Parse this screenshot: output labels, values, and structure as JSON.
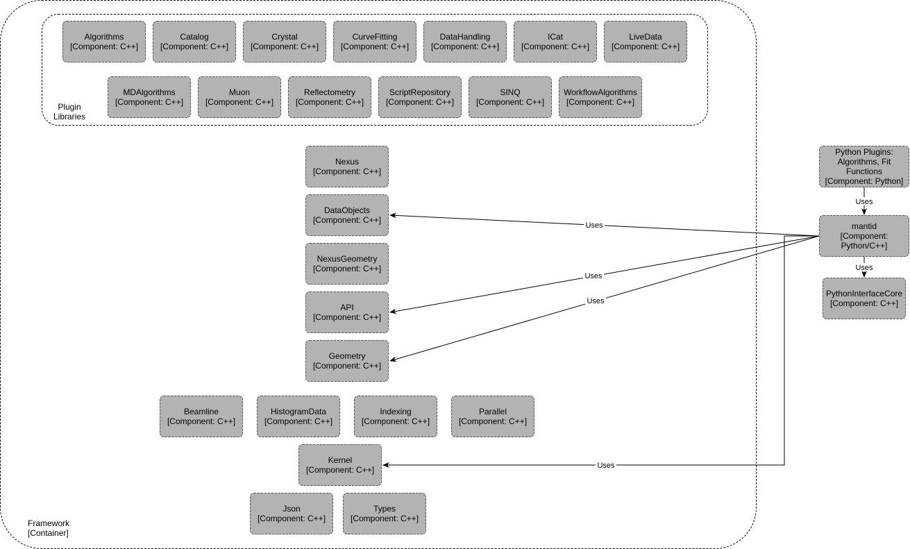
{
  "framework": {
    "caption_line1": "Framework",
    "caption_line2": "[Container]"
  },
  "plugin_libraries": {
    "caption_line1": "Plugin",
    "caption_line2": "Libraries"
  },
  "nodes": {
    "algorithms": {
      "name": "Algorithms",
      "tech": "[Component: C++]"
    },
    "catalog": {
      "name": "Catalog",
      "tech": "[Component: C++]"
    },
    "crystal": {
      "name": "Crystal",
      "tech": "[Component: C++]"
    },
    "curvefitting": {
      "name": "CurveFitting",
      "tech": "[Component: C++]"
    },
    "datahandling": {
      "name": "DataHandling",
      "tech": "[Component: C++]"
    },
    "icat": {
      "name": "ICat",
      "tech": "[Component: C++]"
    },
    "livedata": {
      "name": "LiveData",
      "tech": "[Component: C++]"
    },
    "mdalgorithms": {
      "name": "MDAlgorithms",
      "tech": "[Component: C++]"
    },
    "muon": {
      "name": "Muon",
      "tech": "[Component: C++]"
    },
    "reflectometry": {
      "name": "Reflectometry",
      "tech": "[Component: C++]"
    },
    "scriptrepository": {
      "name": "ScriptRepository",
      "tech": "[Component: C++]"
    },
    "sinq": {
      "name": "SINQ",
      "tech": "[Component: C++]"
    },
    "workflowalgorithms": {
      "name": "WorkflowAlgorithms",
      "tech": "[Component: C++]"
    },
    "nexus": {
      "name": "Nexus",
      "tech": "[Component: C++]"
    },
    "dataobjects": {
      "name": "DataObjects",
      "tech": "[Component: C++]"
    },
    "nexusgeometry": {
      "name": "NexusGeometry",
      "tech": "[Component: C++]"
    },
    "api": {
      "name": "API",
      "tech": "[Component: C++]"
    },
    "geometry": {
      "name": "Geometry",
      "tech": "[Component: C++]"
    },
    "beamline": {
      "name": "Beamline",
      "tech": "[Component: C++]"
    },
    "histogramdata": {
      "name": "HistogramData",
      "tech": "[Component: C++]"
    },
    "indexing": {
      "name": "Indexing",
      "tech": "[Component: C++]"
    },
    "parallel": {
      "name": "Parallel",
      "tech": "[Component: C++]"
    },
    "kernel": {
      "name": "Kernel",
      "tech": "[Component: C++]"
    },
    "json": {
      "name": "Json",
      "tech": "[Component: C++]"
    },
    "types": {
      "name": "Types",
      "tech": "[Component: C++]"
    },
    "python_plugins": {
      "line1": "Python Plugins:",
      "line2": "Algorithms, Fit",
      "line3": "Functions",
      "tech": "[Component: Python]"
    },
    "mantid": {
      "name": "mantid",
      "line2": "[Component:",
      "line3": "Python/C++]"
    },
    "pythoninterfacecore": {
      "name": "PythonInterfaceCore",
      "tech": "[Component: C++]"
    }
  },
  "edges": [
    {
      "from": "mantid",
      "to": "dataobjects",
      "label": "Uses"
    },
    {
      "from": "mantid",
      "to": "api",
      "label": "Uses"
    },
    {
      "from": "mantid",
      "to": "geometry",
      "label": "Uses"
    },
    {
      "from": "mantid",
      "to": "kernel",
      "label": "Uses"
    },
    {
      "from": "python_plugins",
      "to": "mantid",
      "label": "Uses"
    },
    {
      "from": "mantid",
      "to": "pythoninterfacecore",
      "label": "Uses"
    }
  ]
}
